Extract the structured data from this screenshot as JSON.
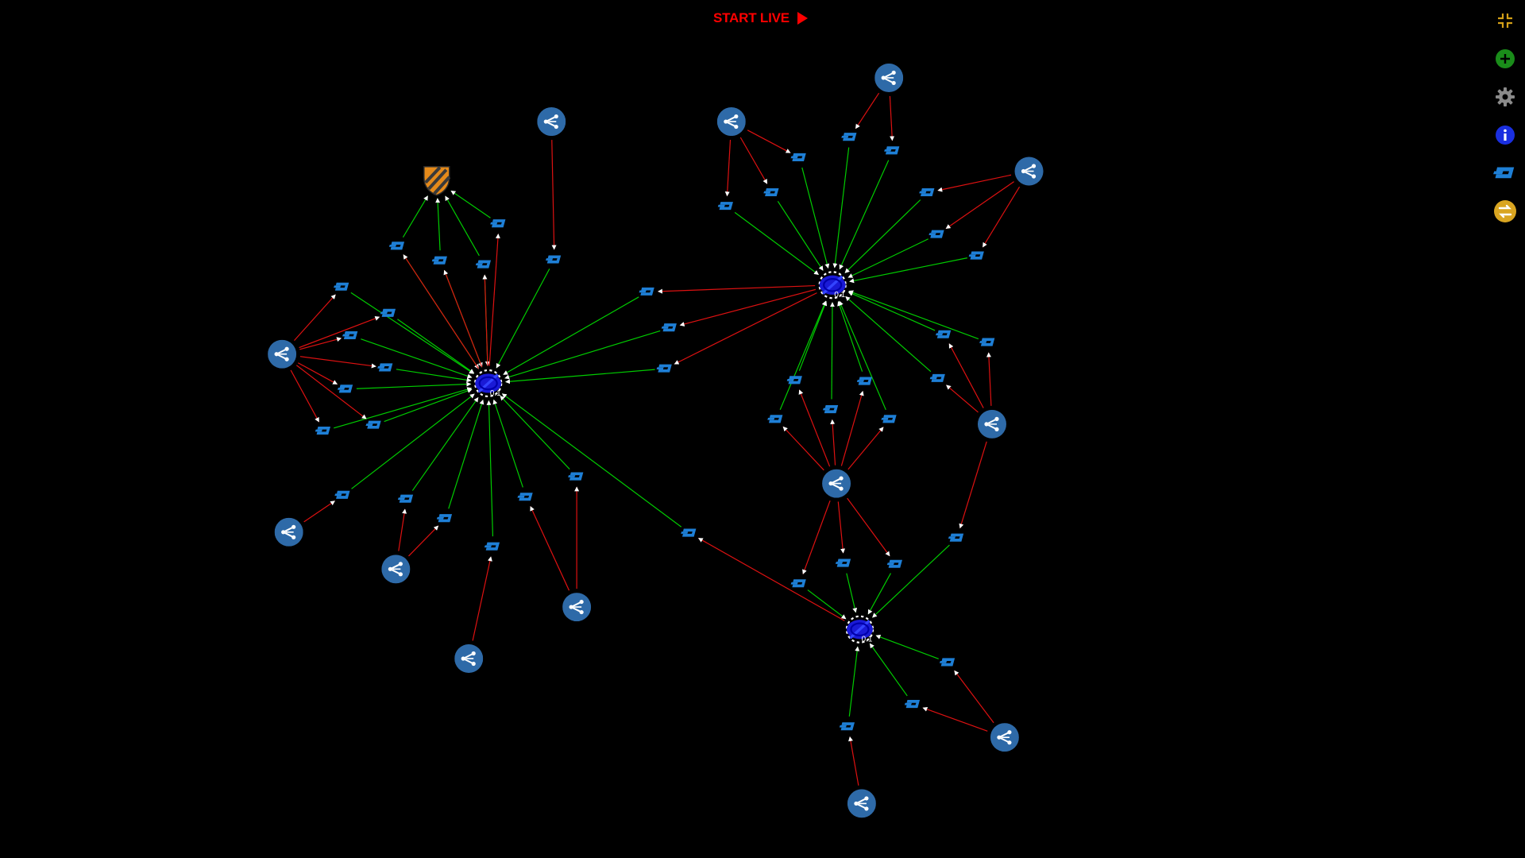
{
  "header": {
    "start_live_label": "START LIVE"
  },
  "toolbar": {
    "items": [
      {
        "name": "collapse",
        "icon": "collapse-icon",
        "color": "#d4a017"
      },
      {
        "name": "add",
        "icon": "plus-circle-icon",
        "color": "#1a8c1a"
      },
      {
        "name": "settings",
        "icon": "gear-icon",
        "color": "#8a8a8a"
      },
      {
        "name": "info",
        "icon": "info-circle-icon",
        "color": "#1a2fe0"
      },
      {
        "name": "dash",
        "icon": "dash-logo-icon",
        "color": "#1e7fd6"
      },
      {
        "name": "exchange",
        "icon": "exchange-icon",
        "color": "#d9a521"
      }
    ]
  },
  "colors": {
    "background": "#000000",
    "edge_out": "#00cc00",
    "edge_in": "#dd1111",
    "address_node": "#2e6aa8",
    "hub": "#1a1ad6",
    "dash_logo": "#1e7fd6",
    "live_text": "#ff0000"
  },
  "legend_icons": {
    "address_node": "share-icon",
    "transaction": "dash-logo-icon",
    "hub": "mixer-hub-icon",
    "shield": "shield-icon"
  }
}
